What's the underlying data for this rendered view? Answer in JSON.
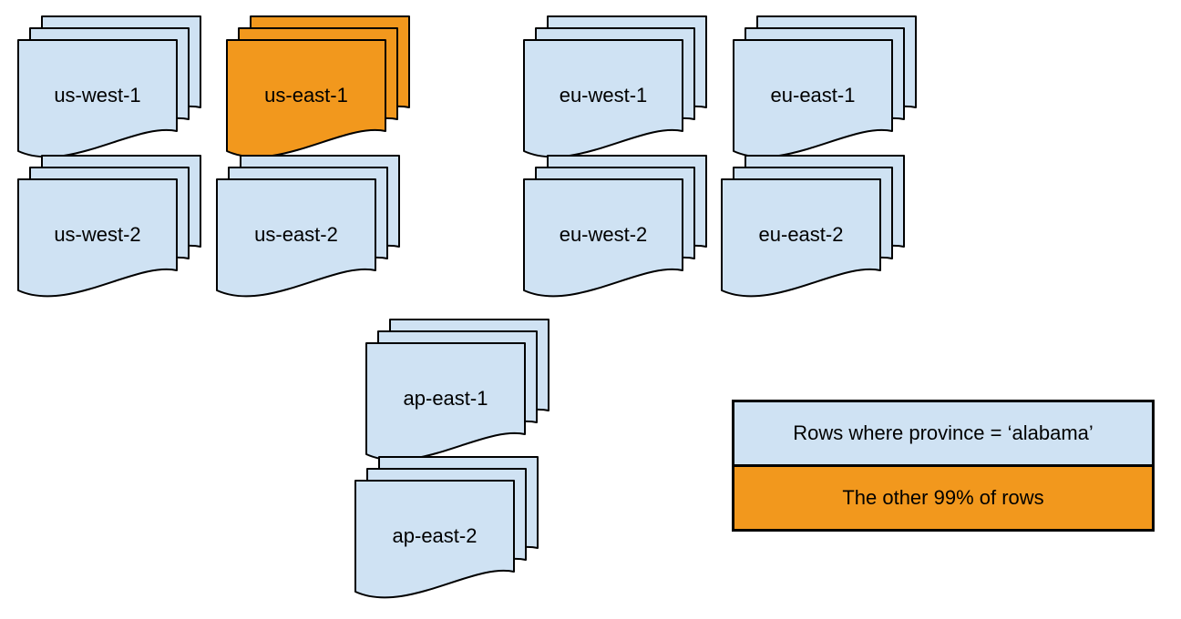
{
  "regions": [
    {
      "id": "us-west-1",
      "label": "us-west-1",
      "fill": "#CFE2F3"
    },
    {
      "id": "us-east-1",
      "label": "us-east-1",
      "fill": "#F2981D"
    },
    {
      "id": "eu-west-1",
      "label": "eu-west-1",
      "fill": "#CFE2F3"
    },
    {
      "id": "eu-east-1",
      "label": "eu-east-1",
      "fill": "#CFE2F3"
    },
    {
      "id": "us-west-2",
      "label": "us-west-2",
      "fill": "#CFE2F3"
    },
    {
      "id": "us-east-2",
      "label": "us-east-2",
      "fill": "#CFE2F3"
    },
    {
      "id": "eu-west-2",
      "label": "eu-west-2",
      "fill": "#CFE2F3"
    },
    {
      "id": "eu-east-2",
      "label": "eu-east-2",
      "fill": "#CFE2F3"
    },
    {
      "id": "ap-east-1",
      "label": "ap-east-1",
      "fill": "#CFE2F3"
    },
    {
      "id": "ap-east-2",
      "label": "ap-east-2",
      "fill": "#CFE2F3"
    }
  ],
  "legend": {
    "items": [
      {
        "label": "Rows where province = ‘alabama’",
        "fill": "#CFE2F3"
      },
      {
        "label": "The other 99% of rows",
        "fill": "#F2981D"
      }
    ]
  },
  "colors": {
    "document_blue": "#CFE2F3",
    "document_orange": "#F2981D",
    "stroke": "#000000",
    "background": "#FFFFFF"
  }
}
